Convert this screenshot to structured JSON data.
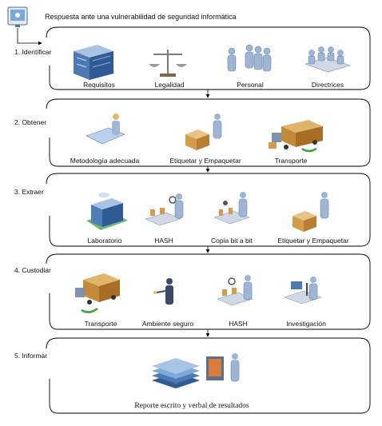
{
  "title": "Respuesta ante una vulnerabilidad de seguridad informática",
  "steps": [
    {
      "label": "1. Identificar",
      "items": [
        {
          "label": "Requisitos",
          "icon": "server-rack-icon"
        },
        {
          "label": "Legalidad",
          "icon": "balance-scale-icon"
        },
        {
          "label": "Personal",
          "icon": "people-group-icon"
        },
        {
          "label": "Directrices",
          "icon": "meeting-table-icon"
        }
      ]
    },
    {
      "label": "2. Obtener",
      "items": [
        {
          "label": "Metodología adecuada",
          "icon": "engineer-blueprint-icon"
        },
        {
          "label": "Etiquetar y Empaquetar",
          "icon": "packing-worker-icon"
        },
        {
          "label": "Transporte",
          "icon": "delivery-truck-icon"
        }
      ]
    },
    {
      "label": "3. Extraer",
      "items": [
        {
          "label": "Laboratorio",
          "icon": "building-icon"
        },
        {
          "label": "HASH",
          "icon": "inspection-worker-icon"
        },
        {
          "label": "Copia bit a bit",
          "icon": "assembly-worker-icon"
        },
        {
          "label": "Etiquetar y Empaquetar",
          "icon": "packing-worker-icon"
        }
      ]
    },
    {
      "label": "4. Custodiar",
      "items": [
        {
          "label": "Transporte",
          "icon": "delivery-truck-icon"
        },
        {
          "label": "Ambiente seguro",
          "icon": "security-guard-icon"
        },
        {
          "label": "HASH",
          "icon": "inspection-worker-icon"
        },
        {
          "label": "Investigación",
          "icon": "microscope-researcher-icon"
        }
      ]
    },
    {
      "label": "5. Informar",
      "items": [
        {
          "label": "Reporte escrito y verbal de resultados",
          "icon": "report-presenter-icon"
        }
      ]
    }
  ]
}
